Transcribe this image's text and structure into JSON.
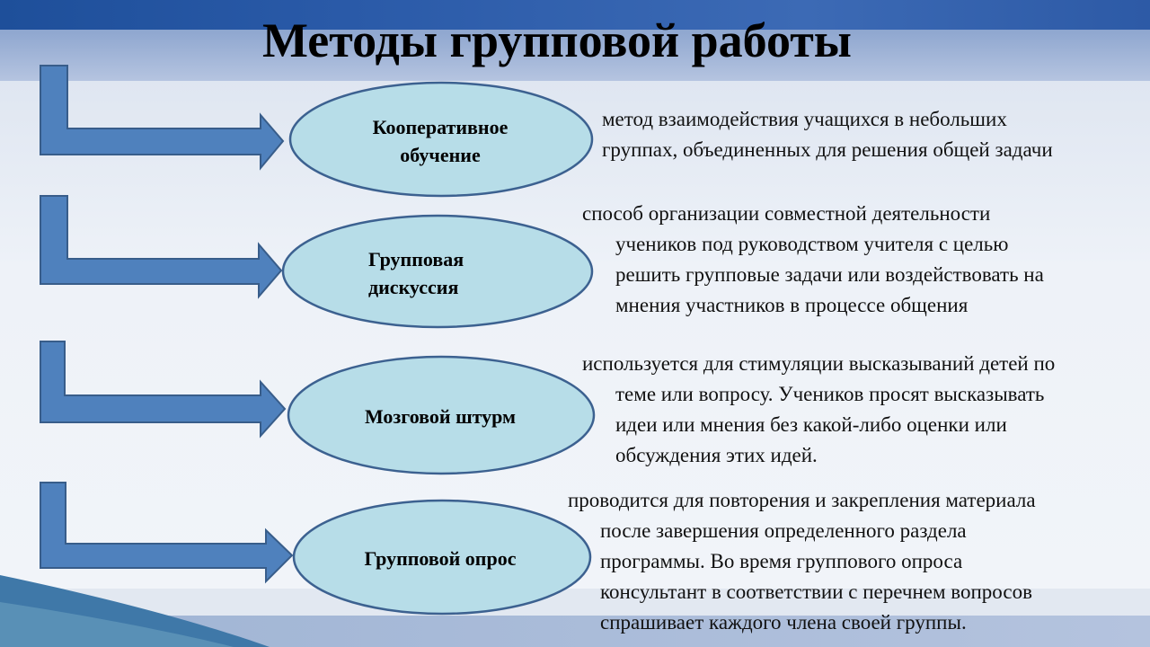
{
  "title": "Методы групповой работы",
  "colors": {
    "arrow": "#4f81bd",
    "arrow_stroke": "#385d8a",
    "oval": "#b7dde8",
    "oval_stroke": "#3c6190"
  },
  "methods": [
    {
      "name": "Кооперативное обучение",
      "desc": [
        "метод взаимодействия учащихся в небольших",
        "группах, объединенных для решения общей задачи"
      ]
    },
    {
      "name": "Групповая дискуссия",
      "desc": [
        "способ организации совместной деятельности",
        "учеников под руководством учителя с целью",
        "решить групповые задачи или воздействовать на",
        "мнения участников в процессе общения"
      ]
    },
    {
      "name": "Мозговой штурм",
      "desc": [
        "используется для стимуляции высказываний детей по",
        "теме или вопросу. Учеников просят высказывать",
        "идеи или мнения без какой-либо оценки или",
        "обсуждения этих идей."
      ]
    },
    {
      "name": "Групповой опрос",
      "desc": [
        "проводится для повторения и закрепления материала",
        "после завершения определенного раздела",
        "программы. Во время группового опроса",
        "консультант в соответствии с перечнем вопросов",
        "спрашивает каждого члена своей группы."
      ]
    }
  ]
}
